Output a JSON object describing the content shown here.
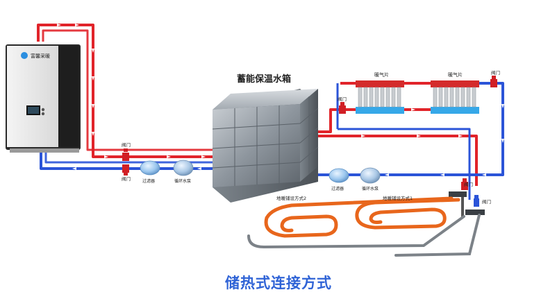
{
  "diagram": {
    "title": "储热式连接方式",
    "tank_label": "蓄能保温水箱",
    "boiler_brand": "富馨采暖",
    "labels": {
      "valve": "阀门",
      "filter": "过滤器",
      "pump": "循环水泵",
      "radiator": "暖气片",
      "floor_heating_1": "地暖铺设方式1",
      "floor_heating_2": "地暖铺设方式2"
    },
    "colors": {
      "supply": "#e1242a",
      "return": "#2b54d8",
      "floor_coil": "#e8661c",
      "caption": "#2f63d6"
    },
    "icons": [
      "boiler-icon",
      "water-tank-icon",
      "radiator-icon",
      "filter-icon",
      "pump-icon",
      "valve-icon",
      "manifold-icon",
      "floor-heating-coil-icon"
    ]
  }
}
